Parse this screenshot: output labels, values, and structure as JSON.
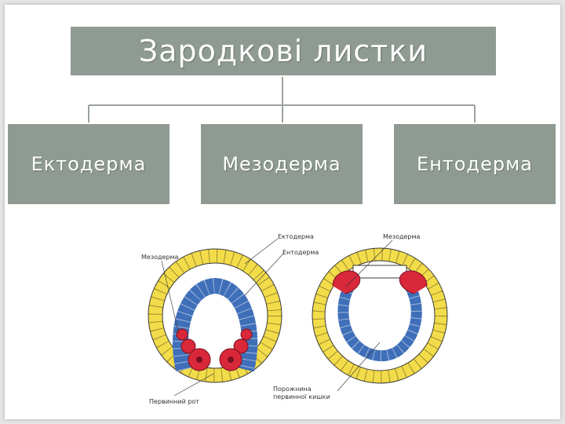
{
  "title": "Зародкові листки",
  "layers": [
    "Ектодерма",
    "Мезодерма",
    "Ентодерма"
  ],
  "figure": {
    "labels": {
      "mesoderm_left": "Мезодерма",
      "ectoderm": "Ектодерма",
      "endoderm": "Ентодерма",
      "mesoderm_right": "Мезодерма",
      "primary_mouth": "Первинний рот",
      "gut_cavity_line1": "Порожнина",
      "gut_cavity_line2": "первинної кишки"
    }
  },
  "colors": {
    "box_fill": "#8f9b92",
    "ectoderm": "#f2dc4a",
    "endoderm": "#3f6fb8",
    "mesoderm": "#d8283a"
  }
}
